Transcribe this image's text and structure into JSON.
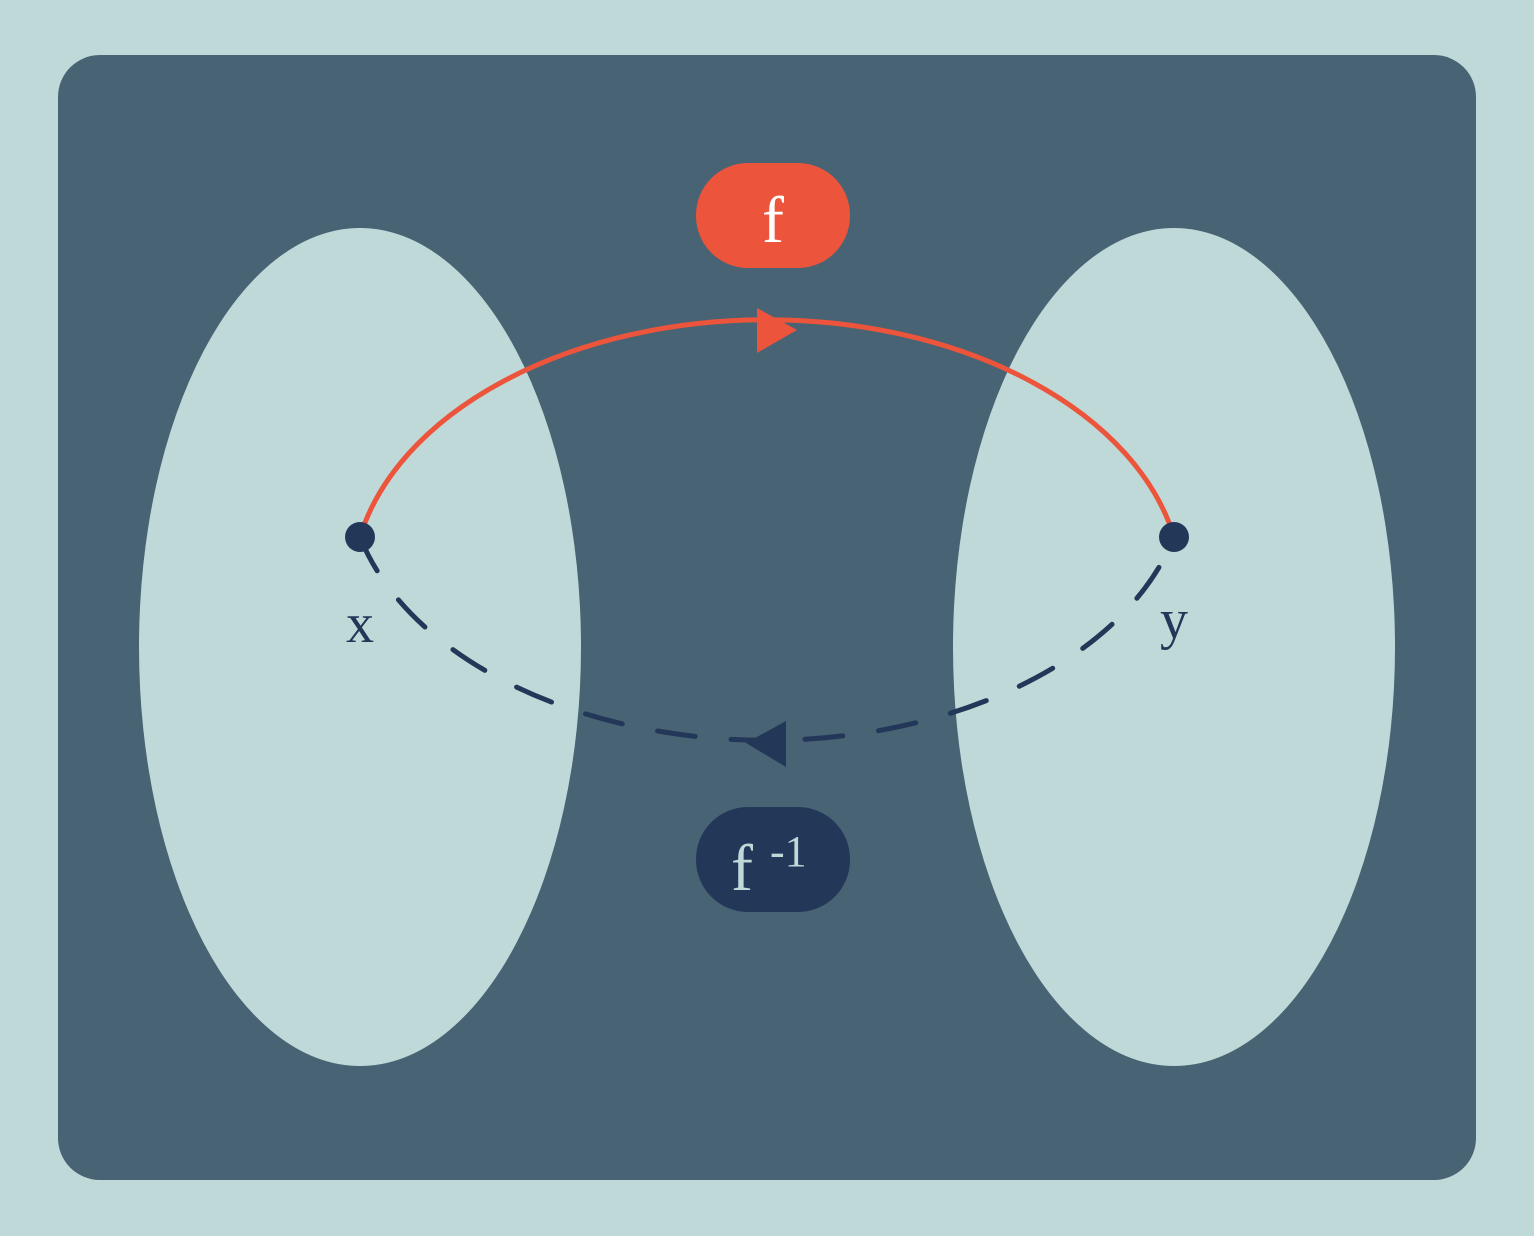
{
  "colors": {
    "frame": "#bfd9d9",
    "panel": "#486373",
    "set": "#bfd9d9",
    "forward": "#ec543b",
    "inverse": "#233759",
    "label_text": "#ffffff",
    "inverse_label_text": "#bfd9d9"
  },
  "diagram": {
    "domain_point_label": "x",
    "codomain_point_label": "y",
    "forward_map_label": "f",
    "inverse_map_label": "f",
    "inverse_exponent": "-1"
  }
}
